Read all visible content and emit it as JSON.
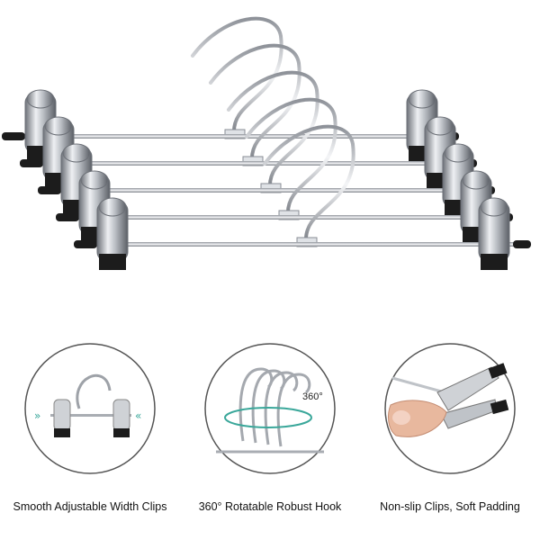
{
  "product": {
    "image": "five-chrome-clip-hangers-stacked",
    "colors": {
      "metal": "#c9ccd1",
      "clip_pad": "#1c1c1c",
      "accent": "#3aa79a"
    }
  },
  "features": [
    {
      "caption": "Smooth Adjustable Width Clips",
      "icon": "adjustable-clips-illustration"
    },
    {
      "caption": "360° Rotatable Robust Hook",
      "icon": "rotating-hook-illustration",
      "badge": "360°"
    },
    {
      "caption": "Non-slip Clips, Soft Padding",
      "icon": "finger-pressing-clip-photo"
    }
  ]
}
